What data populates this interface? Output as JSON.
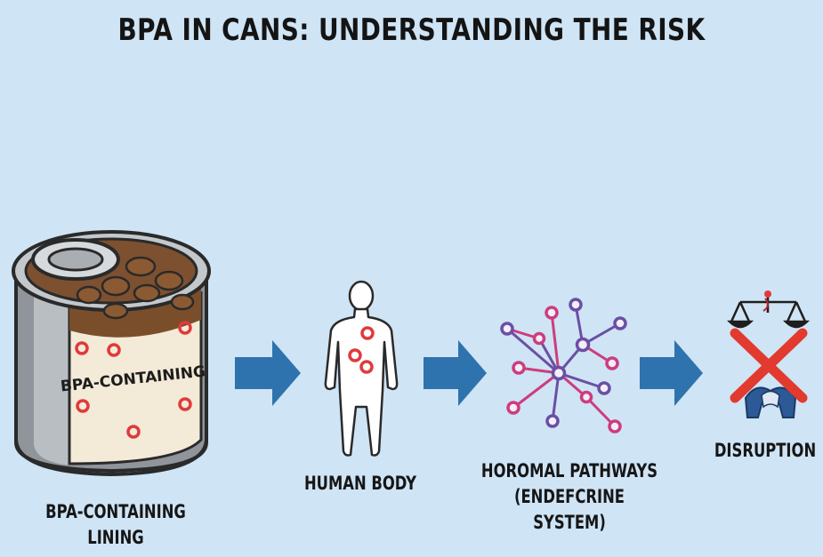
{
  "title": "BPA IN CANS: UNDERSTANDING THE RISK",
  "colors": {
    "background": "#cfe4f5",
    "arrow": "#2f73ae",
    "marker": "#e03a3a",
    "network_purple": "#6b4fa3",
    "network_pink": "#cc3d7e",
    "cross": "#e23a2e"
  },
  "steps": [
    {
      "id": "can",
      "icon": "food-can-icon",
      "inner_label": "BPA-CONTAINING",
      "label_line1": "BPA-CONTAINING",
      "label_line2": "LINING"
    },
    {
      "id": "body",
      "icon": "human-body-icon",
      "label_line1": "HUMAN BODY"
    },
    {
      "id": "pathways",
      "icon": "network-icon",
      "label_line1": "HOROMAL PATHWAYS",
      "label_line2": "(ENDEFCRINE SYSTEM)"
    },
    {
      "id": "disruption",
      "icon": "scales-crossed-icon",
      "label_line1": "DISRUPTION"
    }
  ]
}
